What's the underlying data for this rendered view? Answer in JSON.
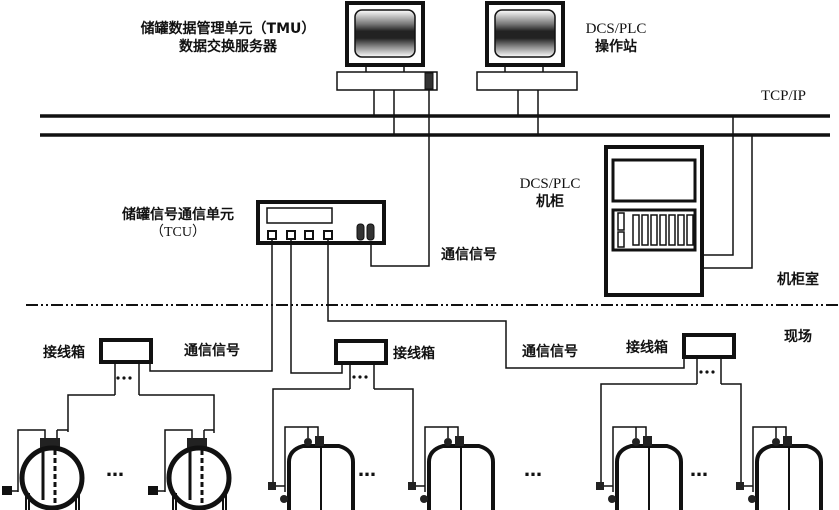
{
  "labels": {
    "tmu_line1": "储罐数据管理单元（TMU）",
    "tmu_line2": "数据交换服务器",
    "dcs_station_line1": "DCS/PLC",
    "dcs_station_line2": "操作站",
    "network": "TCP/IP",
    "dcs_cabinet_line1": "DCS/PLC",
    "dcs_cabinet_line2": "机柜",
    "tcu_line1": "储罐信号通信单元",
    "tcu_line2": "（TCU）",
    "comm_signal_tcu": "通信信号",
    "control_room": "机柜室",
    "field": "现场",
    "junction_box_1": "接线箱",
    "comm_signal_1": "通信信号",
    "junction_box_2": "接线箱",
    "comm_signal_2": "通信信号",
    "junction_box_3": "接线箱",
    "ellipsis_1": "…",
    "ellipsis_2": "…",
    "ellipsis_3": "…",
    "ellipsis_4": "…"
  },
  "colors": {
    "line": "#111111",
    "screen_fill": "#333333",
    "background": "#ffffff"
  }
}
